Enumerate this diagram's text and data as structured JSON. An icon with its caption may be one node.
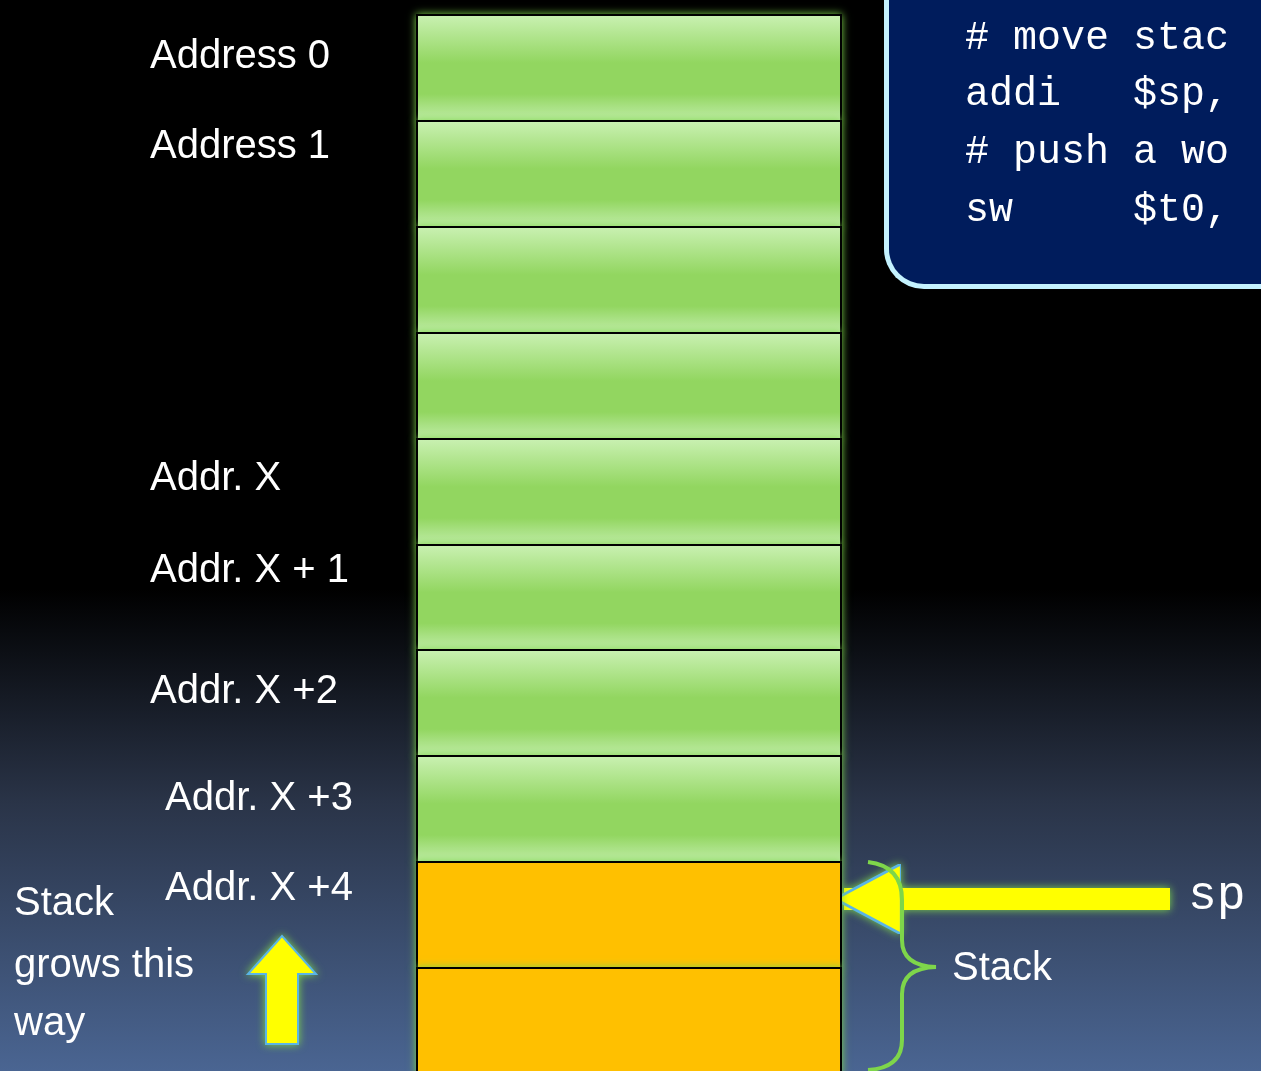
{
  "diagram": {
    "nodes": [
      {
        "text": [],
        "shape": "box"
      },
      {
        "text": [],
        "shape": "box"
      },
      {
        "text": [],
        "shape": "box"
      },
      {
        "text": [],
        "shape": "box"
      },
      {
        "text": [],
        "shape": "box"
      },
      {
        "text": [],
        "shape": "box"
      },
      {
        "text": [],
        "shape": "box"
      },
      {
        "text": [],
        "shape": "box"
      },
      {
        "text": [],
        "shape": "box"
      },
      {
        "text": [],
        "shape": "box"
      },
      {
        "text": [
          "# move stac",
          "addi   $sp,",
          "# push a wo",
          "sw     $t0,"
        ]
      },
      {
        "text": [
          "sp"
        ]
      }
    ],
    "edges": [
      {
        "from": 11,
        "to": 8,
        "arrow": "to"
      }
    ],
    "labels": [
      "Address 0",
      "Address 1",
      "Addr. X",
      "Addr. X + 1",
      "Addr. X +2",
      "Addr. X +3",
      "Stack",
      "Addr. X +4",
      "grows this way",
      "Stack"
    ]
  }
}
